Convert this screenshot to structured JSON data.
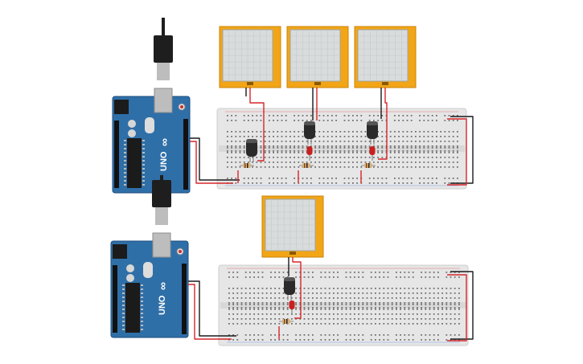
{
  "circuit": {
    "boards": [
      {
        "id": "uno-1",
        "label": "UNO",
        "brand_mark": "∞"
      },
      {
        "id": "uno-2",
        "label": "UNO",
        "brand_mark": "∞"
      }
    ],
    "display_count": 4,
    "capacitor_count": 4,
    "led_color": "red",
    "colors": {
      "board_blue": "#2f6fa8",
      "board_dark": "#1d4e7d",
      "breadboard": "#e6e6e6",
      "breadboard_edge": "#cfcfcf",
      "display_frame": "#f2a516",
      "display_screen": "#d9dcdc",
      "wire_red": "#d6262a",
      "wire_black": "#1a1a1a",
      "capacitor": "#2a2a2a",
      "led": "#c91f1f",
      "usb_plug": "#1e1e1e",
      "usb_metal": "#bdbdbd"
    }
  }
}
